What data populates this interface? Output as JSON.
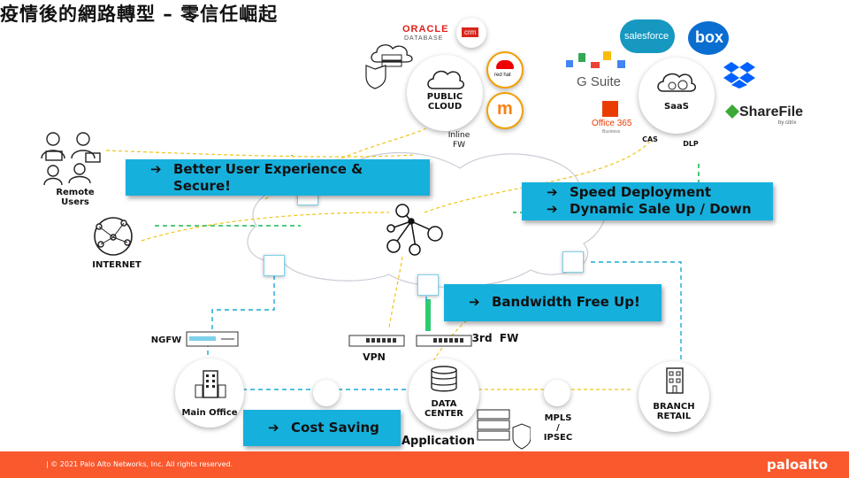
{
  "title": "疫情後的網路轉型 – 零信任崛起",
  "nodes": {
    "remote_users": "Remote\nUsers",
    "internet": "INTERNET",
    "public_cloud": "PUBLIC\nCLOUD",
    "inline_fw": "Inline\nFW",
    "saas": "SaaS",
    "cas": "CAS",
    "dlp": "DLP",
    "ngfw": "NGFW",
    "vpn": "VPN",
    "third_fw": "3rd  FW",
    "main_office": "Main Office",
    "data_center": "DATA\nCENTER",
    "branch_retail": "BRANCH\nRETAIL",
    "mpls": "MPLS\n/\nIPSEC",
    "application": "Application"
  },
  "callouts": {
    "c1_line1": "Better User Experience &",
    "c1_line2": "Secure!",
    "c2_line1": "Speed Deployment",
    "c2_line2": "Dynamic Sale Up / Down",
    "c3": "Bandwidth Free Up!",
    "c4": "Cost Saving",
    "arrow": "➔"
  },
  "logos": {
    "oracle": "ORACLE",
    "oracle_sub": "DATABASE",
    "crm": "crm",
    "redhat": "red hat",
    "salesforce": "salesforce",
    "box": "box",
    "gsuite": "G Suite",
    "office365": "Office 365",
    "office_sub": "Business",
    "sharefile": "ShareFile",
    "citrix": "by citrix"
  },
  "footer": {
    "copyright": "| © 2021 Palo Alto Networks, Inc. All rights reserved.",
    "brand": "paloalto"
  },
  "colors": {
    "accent": "#16b0dd",
    "footer": "#fa582d",
    "green_dash": "#1db954",
    "yellow_dash": "#f0c419",
    "cyan_dash": "#19a9d6"
  }
}
